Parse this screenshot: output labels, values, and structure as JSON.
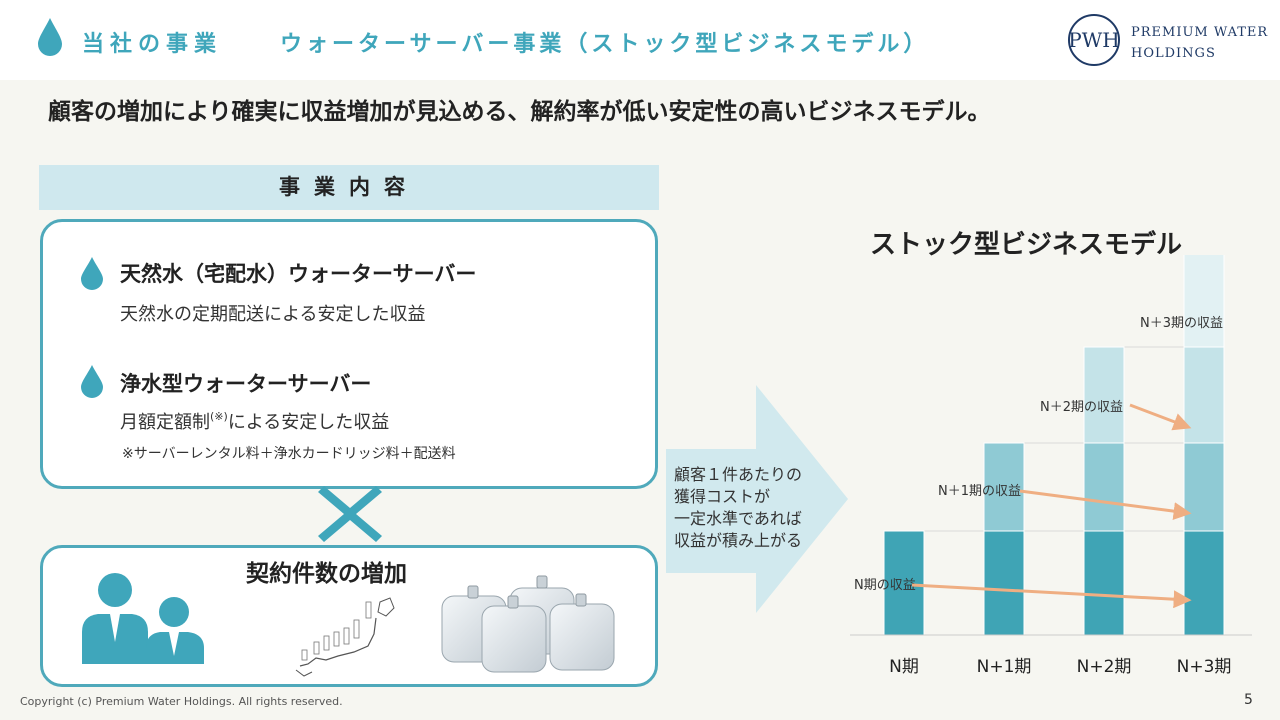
{
  "header": {
    "section": "当社の事業",
    "title": "ウォーターサーバー事業（ストック型ビジネスモデル）",
    "logo": {
      "line1": "Premium Water",
      "line2": "Holdings",
      "emblem": "PWH"
    }
  },
  "headline": "顧客の増加により確実に収益増加が見込める、解約率が低い安定性の高いビジネスモデル。",
  "business": {
    "title": "事業内容",
    "items": [
      {
        "title": "天然水（宅配水）ウォーターサーバー",
        "desc": "天然水の定期配送による安定した収益"
      },
      {
        "title": "浄水型ウォーターサーバー",
        "desc_pre": "月額定額制",
        "desc_mark": "(※)",
        "desc_post": "による安定した収益",
        "note": "※サーバーレンタル料＋浄水カードリッジ料＋配送料"
      }
    ],
    "cross_icon": "cross-icon",
    "growth_title": "契約件数の増加",
    "icons": [
      "people-icon",
      "japan-map-icon",
      "water-bottles-image"
    ]
  },
  "arrow_text": [
    "顧客１件あたりの",
    "獲得コストが",
    "一定水準であれば",
    "収益が積み上がる"
  ],
  "chart_title": "ストック型ビジネスモデル",
  "chart_data": {
    "type": "bar",
    "title": "ストック型ビジネスモデル",
    "categories": [
      "N期",
      "N+1期",
      "N+2期",
      "N+3期"
    ],
    "series": [
      {
        "name": "N期の収益",
        "values": [
          1,
          1,
          1,
          1
        ]
      },
      {
        "name": "N＋1期の収益",
        "values": [
          0,
          1,
          1,
          1
        ]
      },
      {
        "name": "N＋2期の収益",
        "values": [
          0,
          0,
          1,
          1
        ]
      },
      {
        "name": "N＋3期の収益",
        "values": [
          0,
          0,
          0,
          1
        ]
      }
    ],
    "colors": [
      "#3fa4b5",
      "#8fcad4",
      "#c4e3e8",
      "#e2f1f3"
    ],
    "arrow_color": "#efae82"
  },
  "footer": "Copyright (c) Premium Water Holdings. All rights reserved.",
  "page": "5"
}
